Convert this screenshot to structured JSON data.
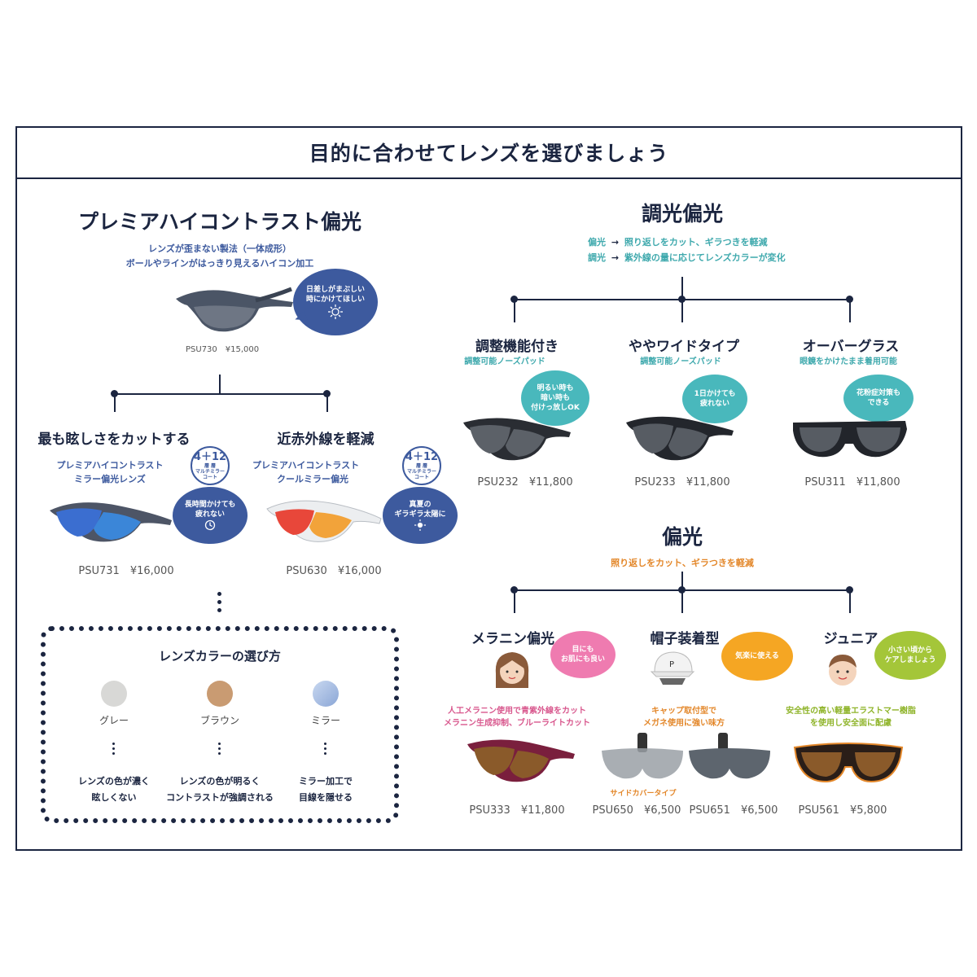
{
  "title": "目的に合わせてレンズを選びましょう",
  "premium": {
    "heading": "プレミアハイコントラスト偏光",
    "desc1": "レンズが歪まない製法（一体成形）",
    "desc2": "ボールやラインがはっきり見えるハイコン加工",
    "bubble1": "日差しがまぶしい",
    "bubble2": "時にかけてほしい",
    "price": "PSU730　¥15,000",
    "left": {
      "heading": "最も眩しさをカットする",
      "sub1": "プレミアハイコントラスト",
      "sub2": "ミラー偏光レンズ",
      "badge_num": "4＋12",
      "badge_t1": "層 層",
      "badge_t2": "マルチミラー",
      "badge_t3": "コート",
      "bubble1": "長時間かけても",
      "bubble2": "疲れない",
      "price": "PSU731　¥16,000"
    },
    "right": {
      "heading": "近赤外線を軽減",
      "sub1": "プレミアハイコントラスト",
      "sub2": "クールミラー偏光",
      "badge_num": "4＋12",
      "badge_t1": "層 層",
      "badge_t2": "マルチミラー",
      "badge_t3": "コート",
      "bubble1": "真夏の",
      "bubble2": "ギラギラ太陽に",
      "price": "PSU630　¥16,000"
    }
  },
  "color_guide": {
    "heading": "レンズカラーの選び方",
    "items": [
      {
        "name": "グレー",
        "desc1": "レンズの色が濃く",
        "desc2": "眩しくない",
        "color": "#d8d8d6"
      },
      {
        "name": "ブラウン",
        "desc1": "レンズの色が明るく",
        "desc2": "コントラストが強調される",
        "color": "#c99b72"
      },
      {
        "name": "ミラー",
        "desc1": "ミラー加工で",
        "desc2": "目線を隠せる",
        "color": "#9db6de"
      }
    ]
  },
  "photochromic": {
    "heading": "調光偏光",
    "row1_label": "偏光",
    "row1_text": "照り返しをカット、ギラつきを軽減",
    "row2_label": "調光",
    "row2_text": "紫外線の量に応じてレンズカラーが変化",
    "arrow": "→",
    "items": [
      {
        "heading": "調整機能付き",
        "sub": "調整可能ノーズパッド",
        "b1": "明るい時も",
        "b2": "暗い時も",
        "b3": "付けっ放しOK",
        "price": "PSU232　¥11,800"
      },
      {
        "heading": "ややワイドタイプ",
        "sub": "調整可能ノーズパッド",
        "b1": "1日かけても",
        "b2": "疲れない",
        "b3": "",
        "price": "PSU233　¥11,800"
      },
      {
        "heading": "オーバーグラス",
        "sub": "眼鏡をかけたまま着用可能",
        "b1": "花粉症対策も",
        "b2": "できる",
        "b3": "",
        "price": "PSU311　¥11,800"
      }
    ]
  },
  "polarized": {
    "heading": "偏光",
    "sub": "照り返しをカット、ギラつきを軽減",
    "items": [
      {
        "heading": "メラニン偏光",
        "b1": "目にも",
        "b2": "お肌にも良い",
        "d1": "人工メラニン使用で青紫外線をカット",
        "d2": "メラニン生成抑制、ブルーライトカット",
        "price": "PSU333　¥11,800"
      },
      {
        "heading": "帽子装着型",
        "b1": "気楽に使える",
        "b2": "",
        "d1": "キャップ取付型で",
        "d2": "メガネ使用に強い味方",
        "side": "サイドカバータイプ",
        "price": "PSU650　¥6,500",
        "price2": "PSU651　¥6,500"
      },
      {
        "heading": "ジュニア",
        "b1": "小さい頃から",
        "b2": "ケアしましょう",
        "d1": "安全性の高い軽量エラストマー樹脂",
        "d2": "を使用し安全面に配慮",
        "price": "PSU561　¥5,800"
      }
    ]
  },
  "colors": {
    "navy": "#1b2540",
    "blue": "#3d5a9e",
    "teal": "#3fa9ad",
    "orange": "#e3872a",
    "pink": "#d8578d",
    "lime": "#8fb42a"
  },
  "icons": [
    "sun-icon",
    "clock-icon",
    "sun-icon",
    "sunglasses-icon",
    "cap-icon",
    "face-icon"
  ]
}
